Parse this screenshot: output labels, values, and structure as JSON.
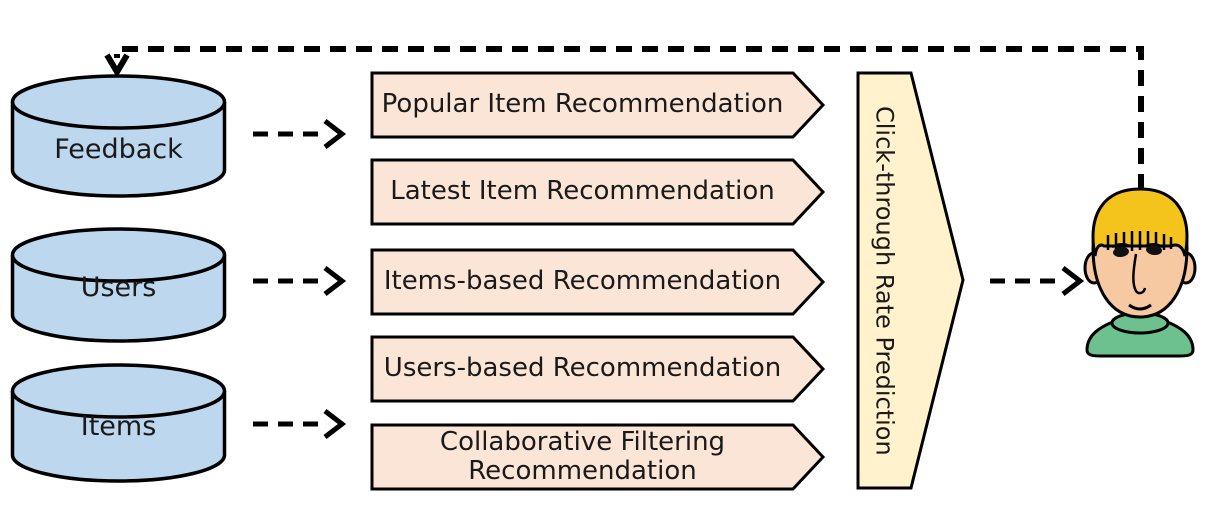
{
  "diagram": {
    "databases": [
      {
        "label": "Feedback"
      },
      {
        "label": "Users"
      },
      {
        "label": "Items"
      }
    ],
    "recommenders": [
      {
        "label": "Popular Item Recommendation"
      },
      {
        "label": "Latest Item Recommendation"
      },
      {
        "label": "Items-based Recommendation"
      },
      {
        "label": "Users-based Recommendation"
      },
      {
        "label": "Collaborative Filtering Recommendation"
      }
    ],
    "ranker": {
      "label": "Click-through Rate Prediction"
    },
    "user_avatar": {
      "icon": "person-icon"
    },
    "colors": {
      "database_fill": "#BDD7EE",
      "recommender_fill": "#FBE5D6",
      "ranker_fill": "#FFF2CC",
      "outline": "#000000",
      "text": "#1A1A1A",
      "hair": "#F4C41D",
      "skin": "#F6C9A2",
      "sweater": "#6CC18E"
    }
  }
}
